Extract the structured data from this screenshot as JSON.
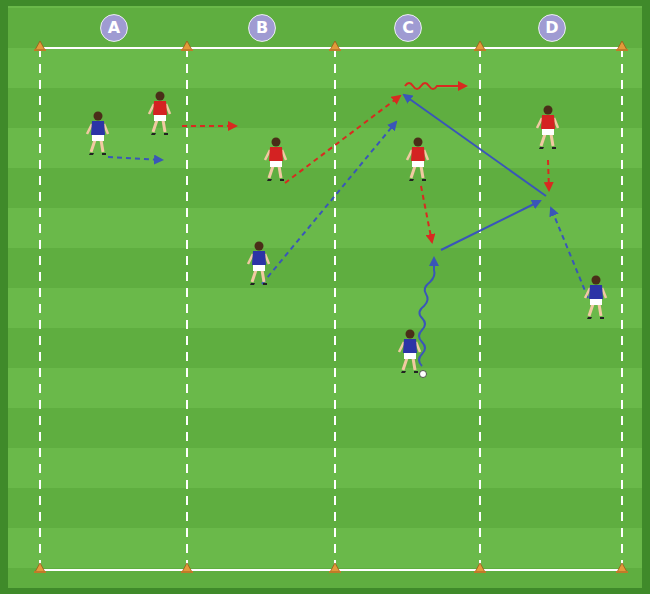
{
  "diagram": {
    "nodes": [
      {
        "text": [
          "A"
        ]
      },
      {
        "text": [
          "B"
        ]
      },
      {
        "text": [
          "C"
        ]
      },
      {
        "text": [
          "D"
        ]
      }
    ]
  }
}
